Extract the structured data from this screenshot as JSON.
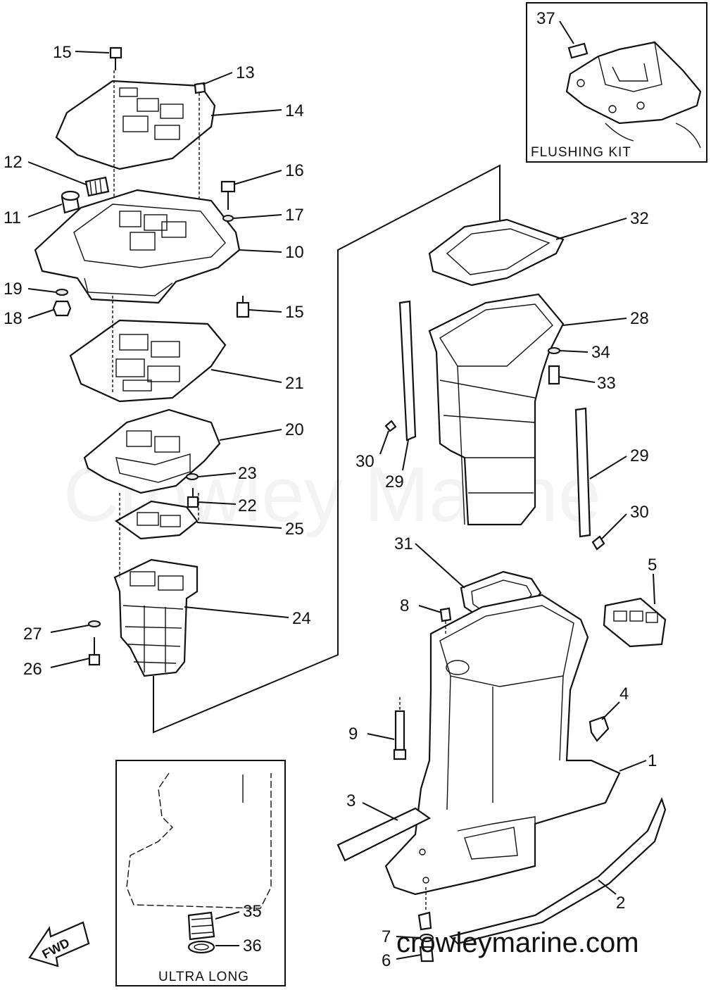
{
  "watermark": "Crowley Marine",
  "website": "crowleymarine.com",
  "insets": {
    "flushing": "FLUSHING KIT",
    "ultra": "ULTRA LONG"
  },
  "fwd_label": "FWD",
  "callouts": {
    "c1": "1",
    "c2": "2",
    "c3": "3",
    "c4": "4",
    "c5": "5",
    "c6": "6",
    "c7": "7",
    "c8": "8",
    "c9": "9",
    "c10": "10",
    "c11": "11",
    "c12": "12",
    "c13": "13",
    "c14": "14",
    "c15a": "15",
    "c15b": "15",
    "c16": "16",
    "c17": "17",
    "c18": "18",
    "c19": "19",
    "c20": "20",
    "c21": "21",
    "c22": "22",
    "c23": "23",
    "c24": "24",
    "c25": "25",
    "c26": "26",
    "c27": "27",
    "c28": "28",
    "c29a": "29",
    "c29b": "29",
    "c30a": "30",
    "c30b": "30",
    "c31": "31",
    "c32": "32",
    "c33": "33",
    "c34": "34",
    "c35": "35",
    "c36": "36",
    "c37": "37"
  }
}
